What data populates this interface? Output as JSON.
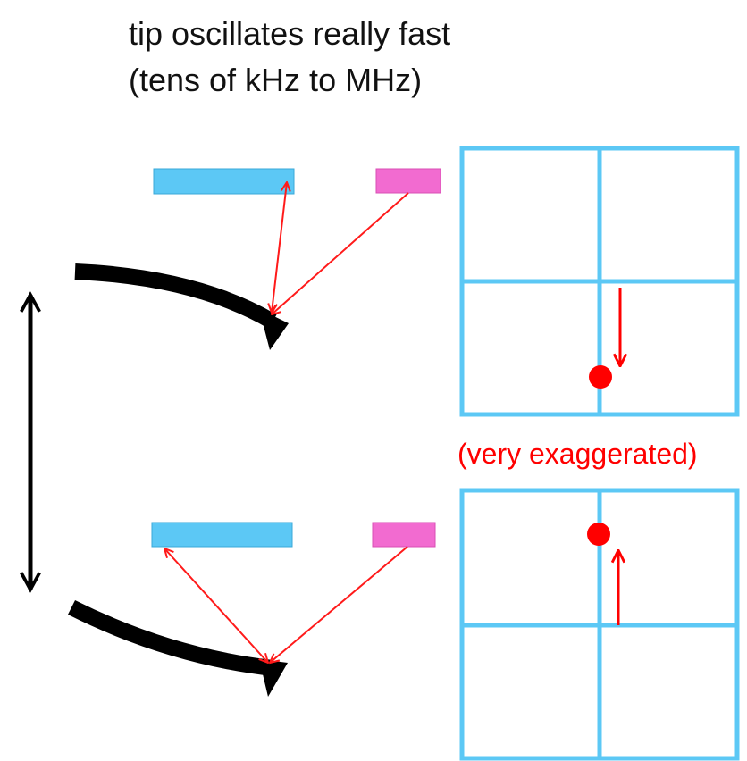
{
  "title": {
    "line1": "tip oscillates really fast",
    "line2": "(tens of kHz to MHz)"
  },
  "annotation": "(very exaggerated)",
  "colors": {
    "detector_blue": "#5cc8f5",
    "laser_pink": "#f26bd0",
    "beam_red": "#ff1a1a",
    "cantilever_black": "#000000",
    "spot_red": "#ff0000",
    "annotation_red": "#ff0000"
  }
}
